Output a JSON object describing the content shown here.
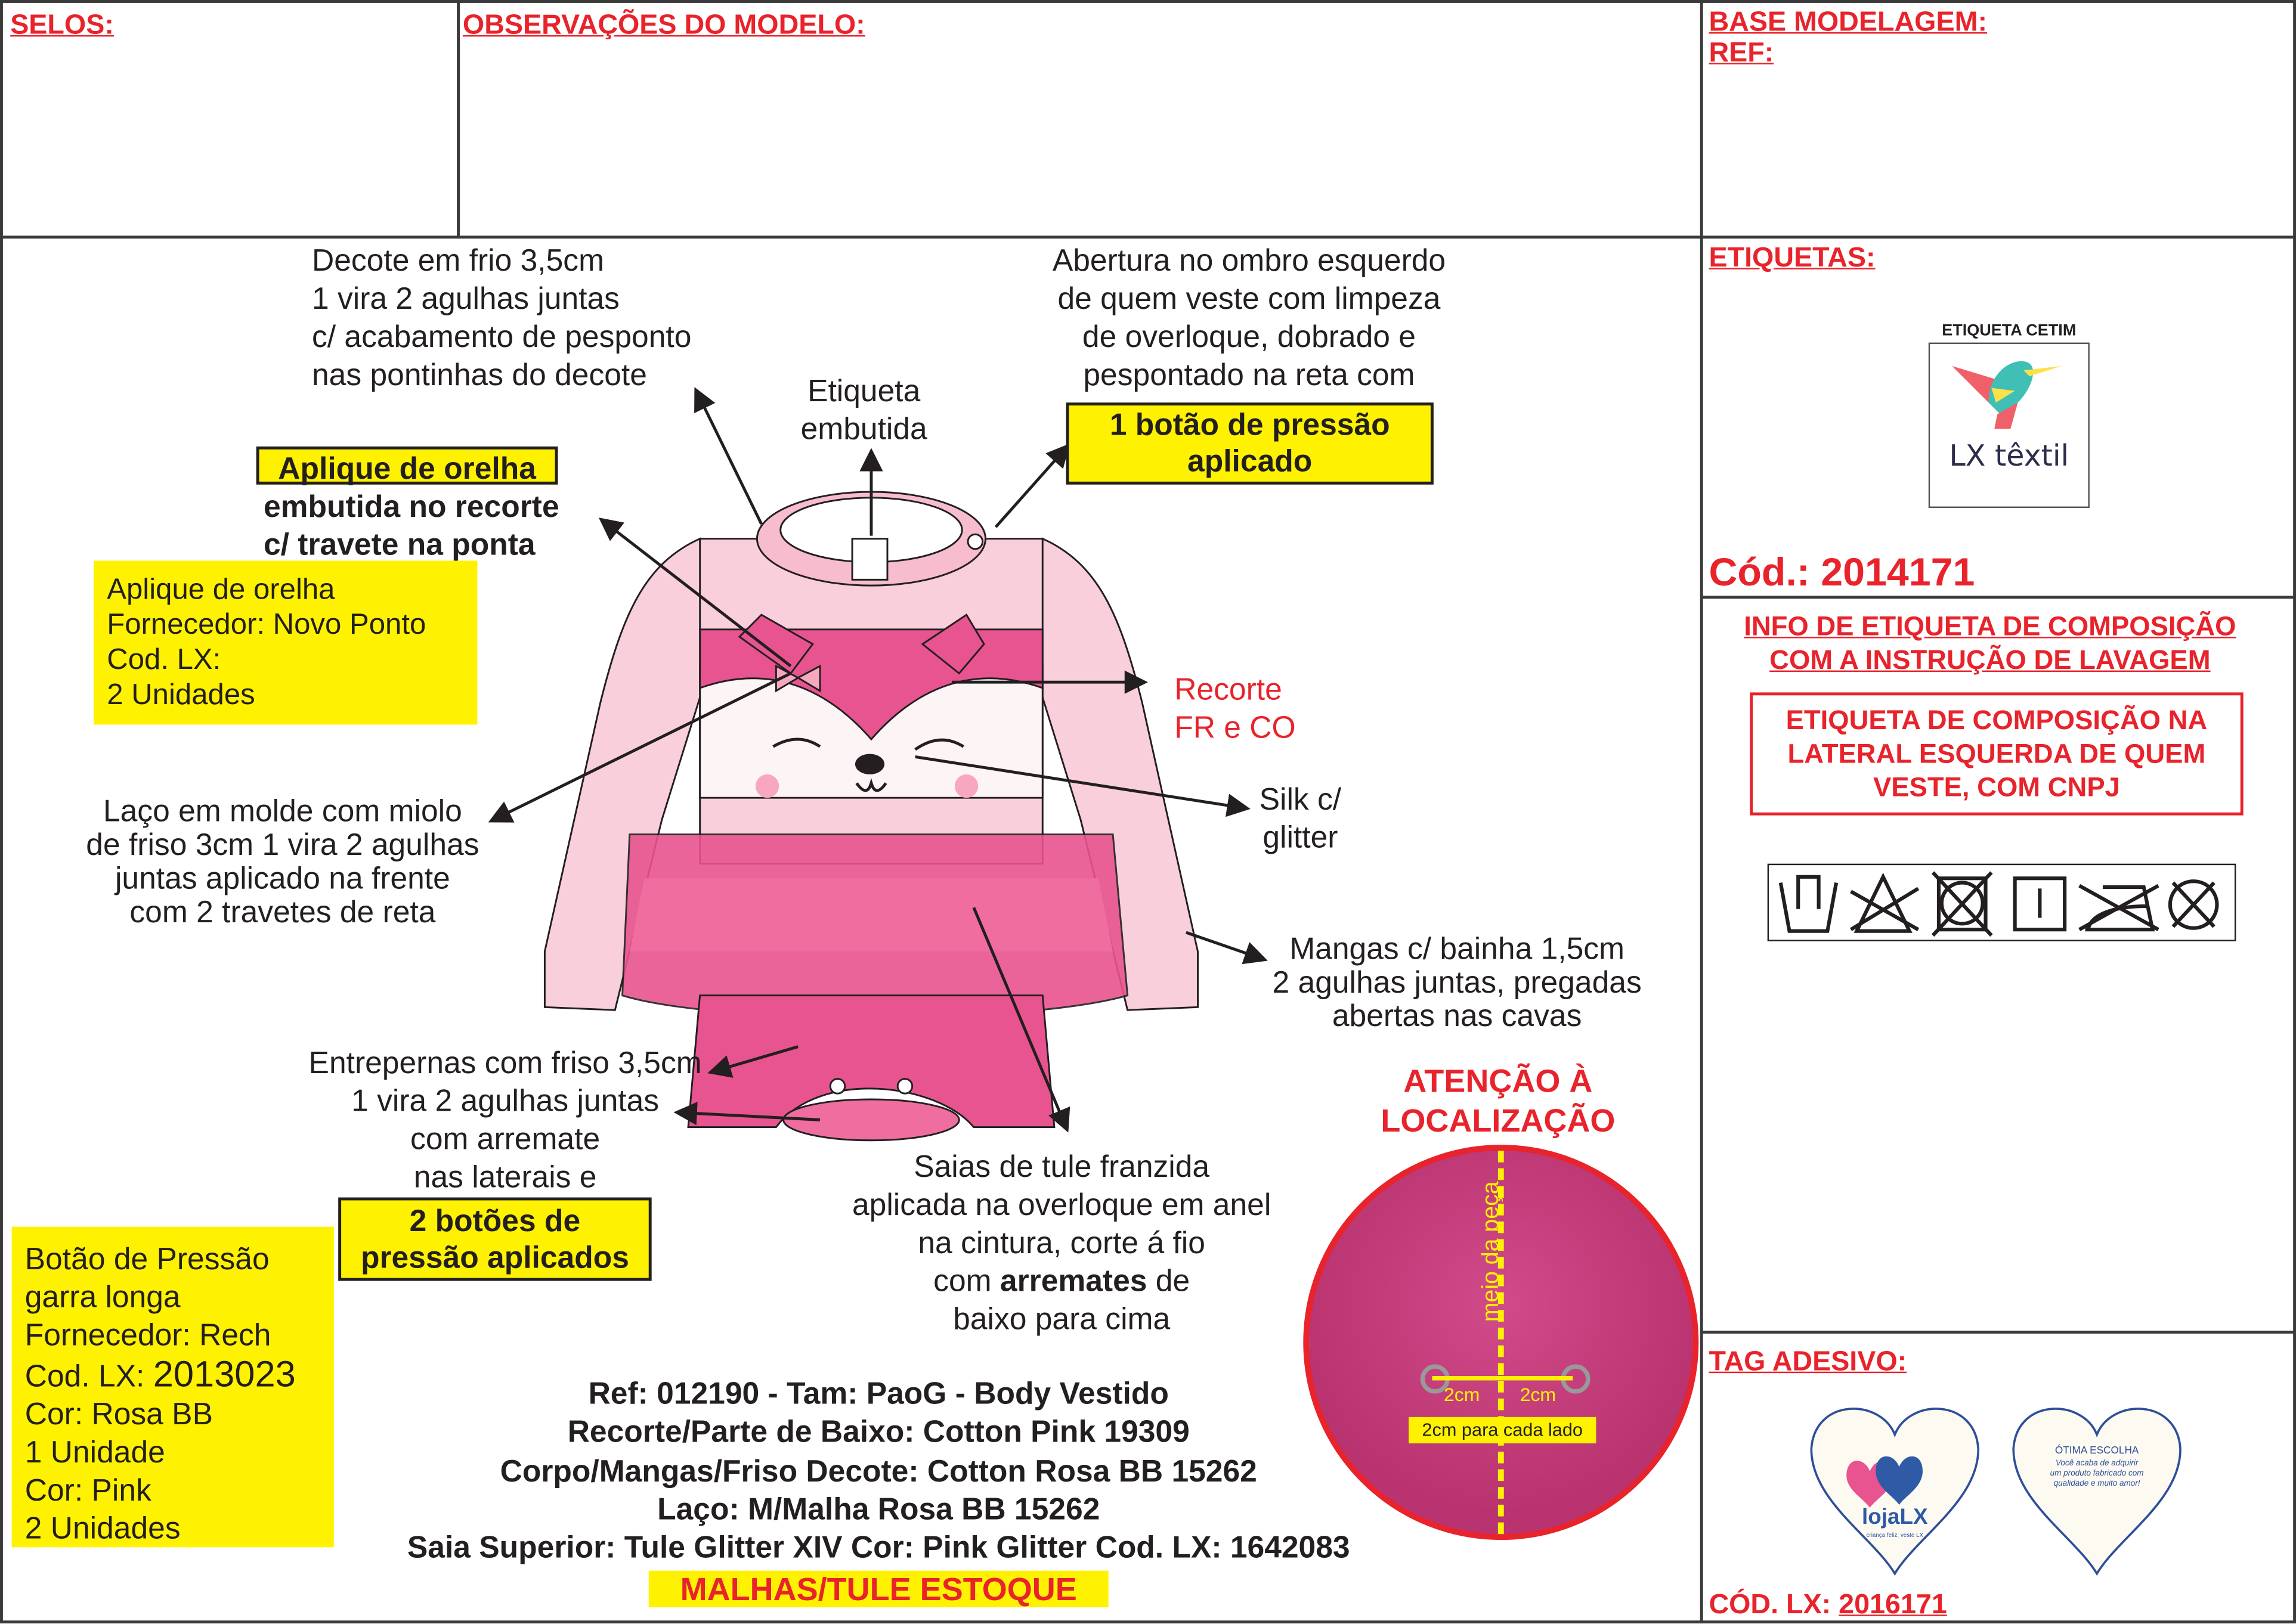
{
  "header": {
    "selos": "SELOS:",
    "observacoes": "OBSERVAÇÕES DO MODELO:",
    "base_modelagem": "BASE MODELAGEM:",
    "ref": "REF:"
  },
  "annotations": {
    "decote": [
      "Decote em frio 3,5cm",
      "1 vira 2 agulhas juntas",
      "c/ acabamento de pesponto",
      "nas pontinhas do decote"
    ],
    "etiqueta": [
      "Etiqueta",
      "embutida"
    ],
    "abertura": [
      "Abertura no ombro esquerdo",
      "de quem veste com limpeza",
      "de overloque, dobrado e",
      "pespontado na reta com"
    ],
    "abertura_box": [
      "1 botão de pressão",
      "aplicado"
    ],
    "aplique_title": "Aplique de orelha",
    "aplique_lines": [
      "embutida no recorte",
      "c/ travete na ponta"
    ],
    "aplique_box": [
      "Aplique de orelha",
      "Fornecedor: Novo Ponto",
      "Cod. LX:",
      "2 Unidades"
    ],
    "recorte": [
      "Recorte",
      "FR e CO"
    ],
    "laco": [
      "Laço em molde com miolo",
      "de friso 3cm 1 vira 2 agulhas",
      "juntas aplicado na frente",
      "com 2 travetes de reta"
    ],
    "silk": [
      "Silk c/",
      "glitter"
    ],
    "mangas": [
      "Mangas c/ bainha 1,5cm",
      "2 agulhas juntas, pregadas",
      "abertas nas cavas"
    ],
    "entrepernas": [
      "Entrepernas com friso 3,5cm",
      "1 vira 2 agulhas juntas",
      "com arremate",
      "nas laterais e"
    ],
    "entrepernas_box": [
      "2 botões de",
      "pressão aplicados"
    ],
    "botao_box": {
      "l1": "Botão de Pressão",
      "l2": "garra longa",
      "l3": "Fornecedor: Rech",
      "l4a": "Cod. LX: ",
      "l4b": "2013023",
      "l5": "Cor: Rosa BB",
      "l6": "1 Unidade",
      "l7": "Cor: Pink",
      "l8": "2 Unidades"
    },
    "saias": {
      "l1": "Saias de tule franzida",
      "l2": "aplicada na overloque em anel",
      "l3": "na cintura, corte á fio",
      "l4a": "com ",
      "l4b": "arremates",
      "l4c": " de",
      "l5": "baixo para cima"
    }
  },
  "specs": [
    "Ref: 012190 - Tam: PaoG - Body Vestido",
    "Recorte/Parte de Baixo: Cotton Pink 19309",
    "Corpo/Mangas/Friso Decote: Cotton Rosa BB 15262",
    "Laço: M/Malha Rosa BB 15262",
    "Saia Superior: Tule Glitter XIV Cor: Pink Glitter Cod. LX: 1642083"
  ],
  "stock_label": "MALHAS/TULE ESTOQUE",
  "attention": {
    "title": [
      "ATENÇÃO À",
      "LOCALIZAÇÃO"
    ],
    "center_label": "meio da peça",
    "left": "2cm",
    "right": "2cm",
    "caption": "2cm para cada lado"
  },
  "labels": {
    "title": "ETIQUETAS:",
    "cetim": "ETIQUETA CETIM",
    "logo": "LX têxtil",
    "code": "Cód.: 2014171"
  },
  "composition": {
    "title": [
      "INFO DE ETIQUETA DE COMPOSIÇÃO",
      "COM A INSTRUÇÃO DE LAVAGEM"
    ],
    "box": [
      "ETIQUETA DE COMPOSIÇÃO NA",
      "LATERAL ESQUERDA DE QUEM",
      "VESTE, COM CNPJ"
    ],
    "care_icons": [
      "hand-wash-icon",
      "no-bleach-icon",
      "no-tumble-dry-icon",
      "line-dry-icon",
      "no-iron-icon",
      "no-dry-clean-icon"
    ]
  },
  "tag": {
    "title": "TAG ADESIVO:",
    "front_logo": "lojaLX",
    "front_slogan": "criança feliz, veste LX",
    "back_title": "ÓTIMA ESCOLHA",
    "back_text": [
      "Você acaba de adquirir",
      "um produto fabricado com",
      "qualidade e muito amor!"
    ],
    "code_prefix": "CÓD. LX: ",
    "code": "2016171"
  },
  "colors": {
    "red": "#e8232b",
    "yellow": "#fff200",
    "pink": "#e8548f",
    "light_pink": "#f9cfdc"
  }
}
